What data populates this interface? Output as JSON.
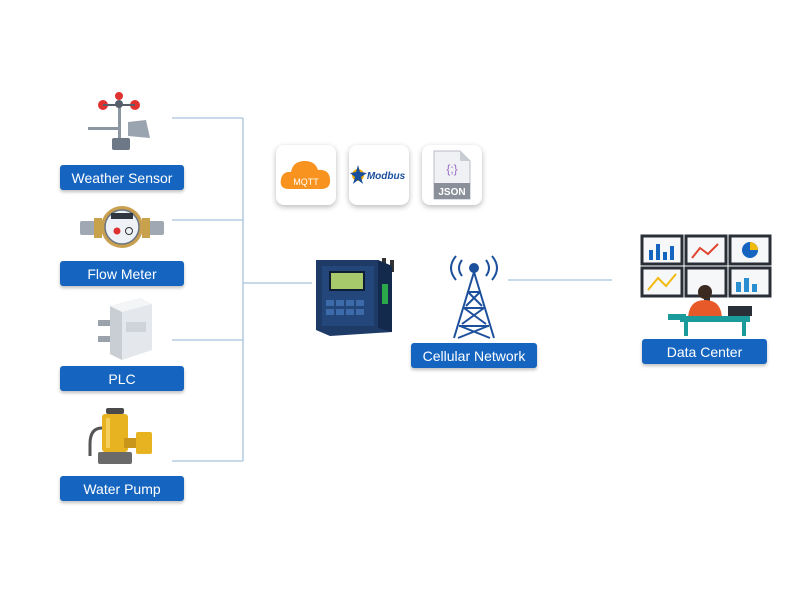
{
  "devices": [
    {
      "label": "Weather Sensor"
    },
    {
      "label": "Flow Meter"
    },
    {
      "label": "PLC"
    },
    {
      "label": "Water Pump"
    }
  ],
  "protocols": [
    {
      "label": "MQTT",
      "icon": "mqtt-cloud-icon"
    },
    {
      "label": "Modbus",
      "icon": "modbus-logo-icon"
    },
    {
      "label": "JSON",
      "icon": "json-file-icon"
    }
  ],
  "gateway": {
    "icon": "gateway-device-icon"
  },
  "network": {
    "label": "Cellular Network",
    "icon": "cell-tower-icon"
  },
  "datacenter": {
    "label": "Data Center",
    "icon": "monitoring-operator-icon"
  },
  "colors": {
    "label_bg": "#1565c0",
    "connector": "#a8c4dc",
    "mqtt_orange": "#f7931e",
    "json_gray": "#8a8f99",
    "tower_blue": "#1c4f9c"
  }
}
